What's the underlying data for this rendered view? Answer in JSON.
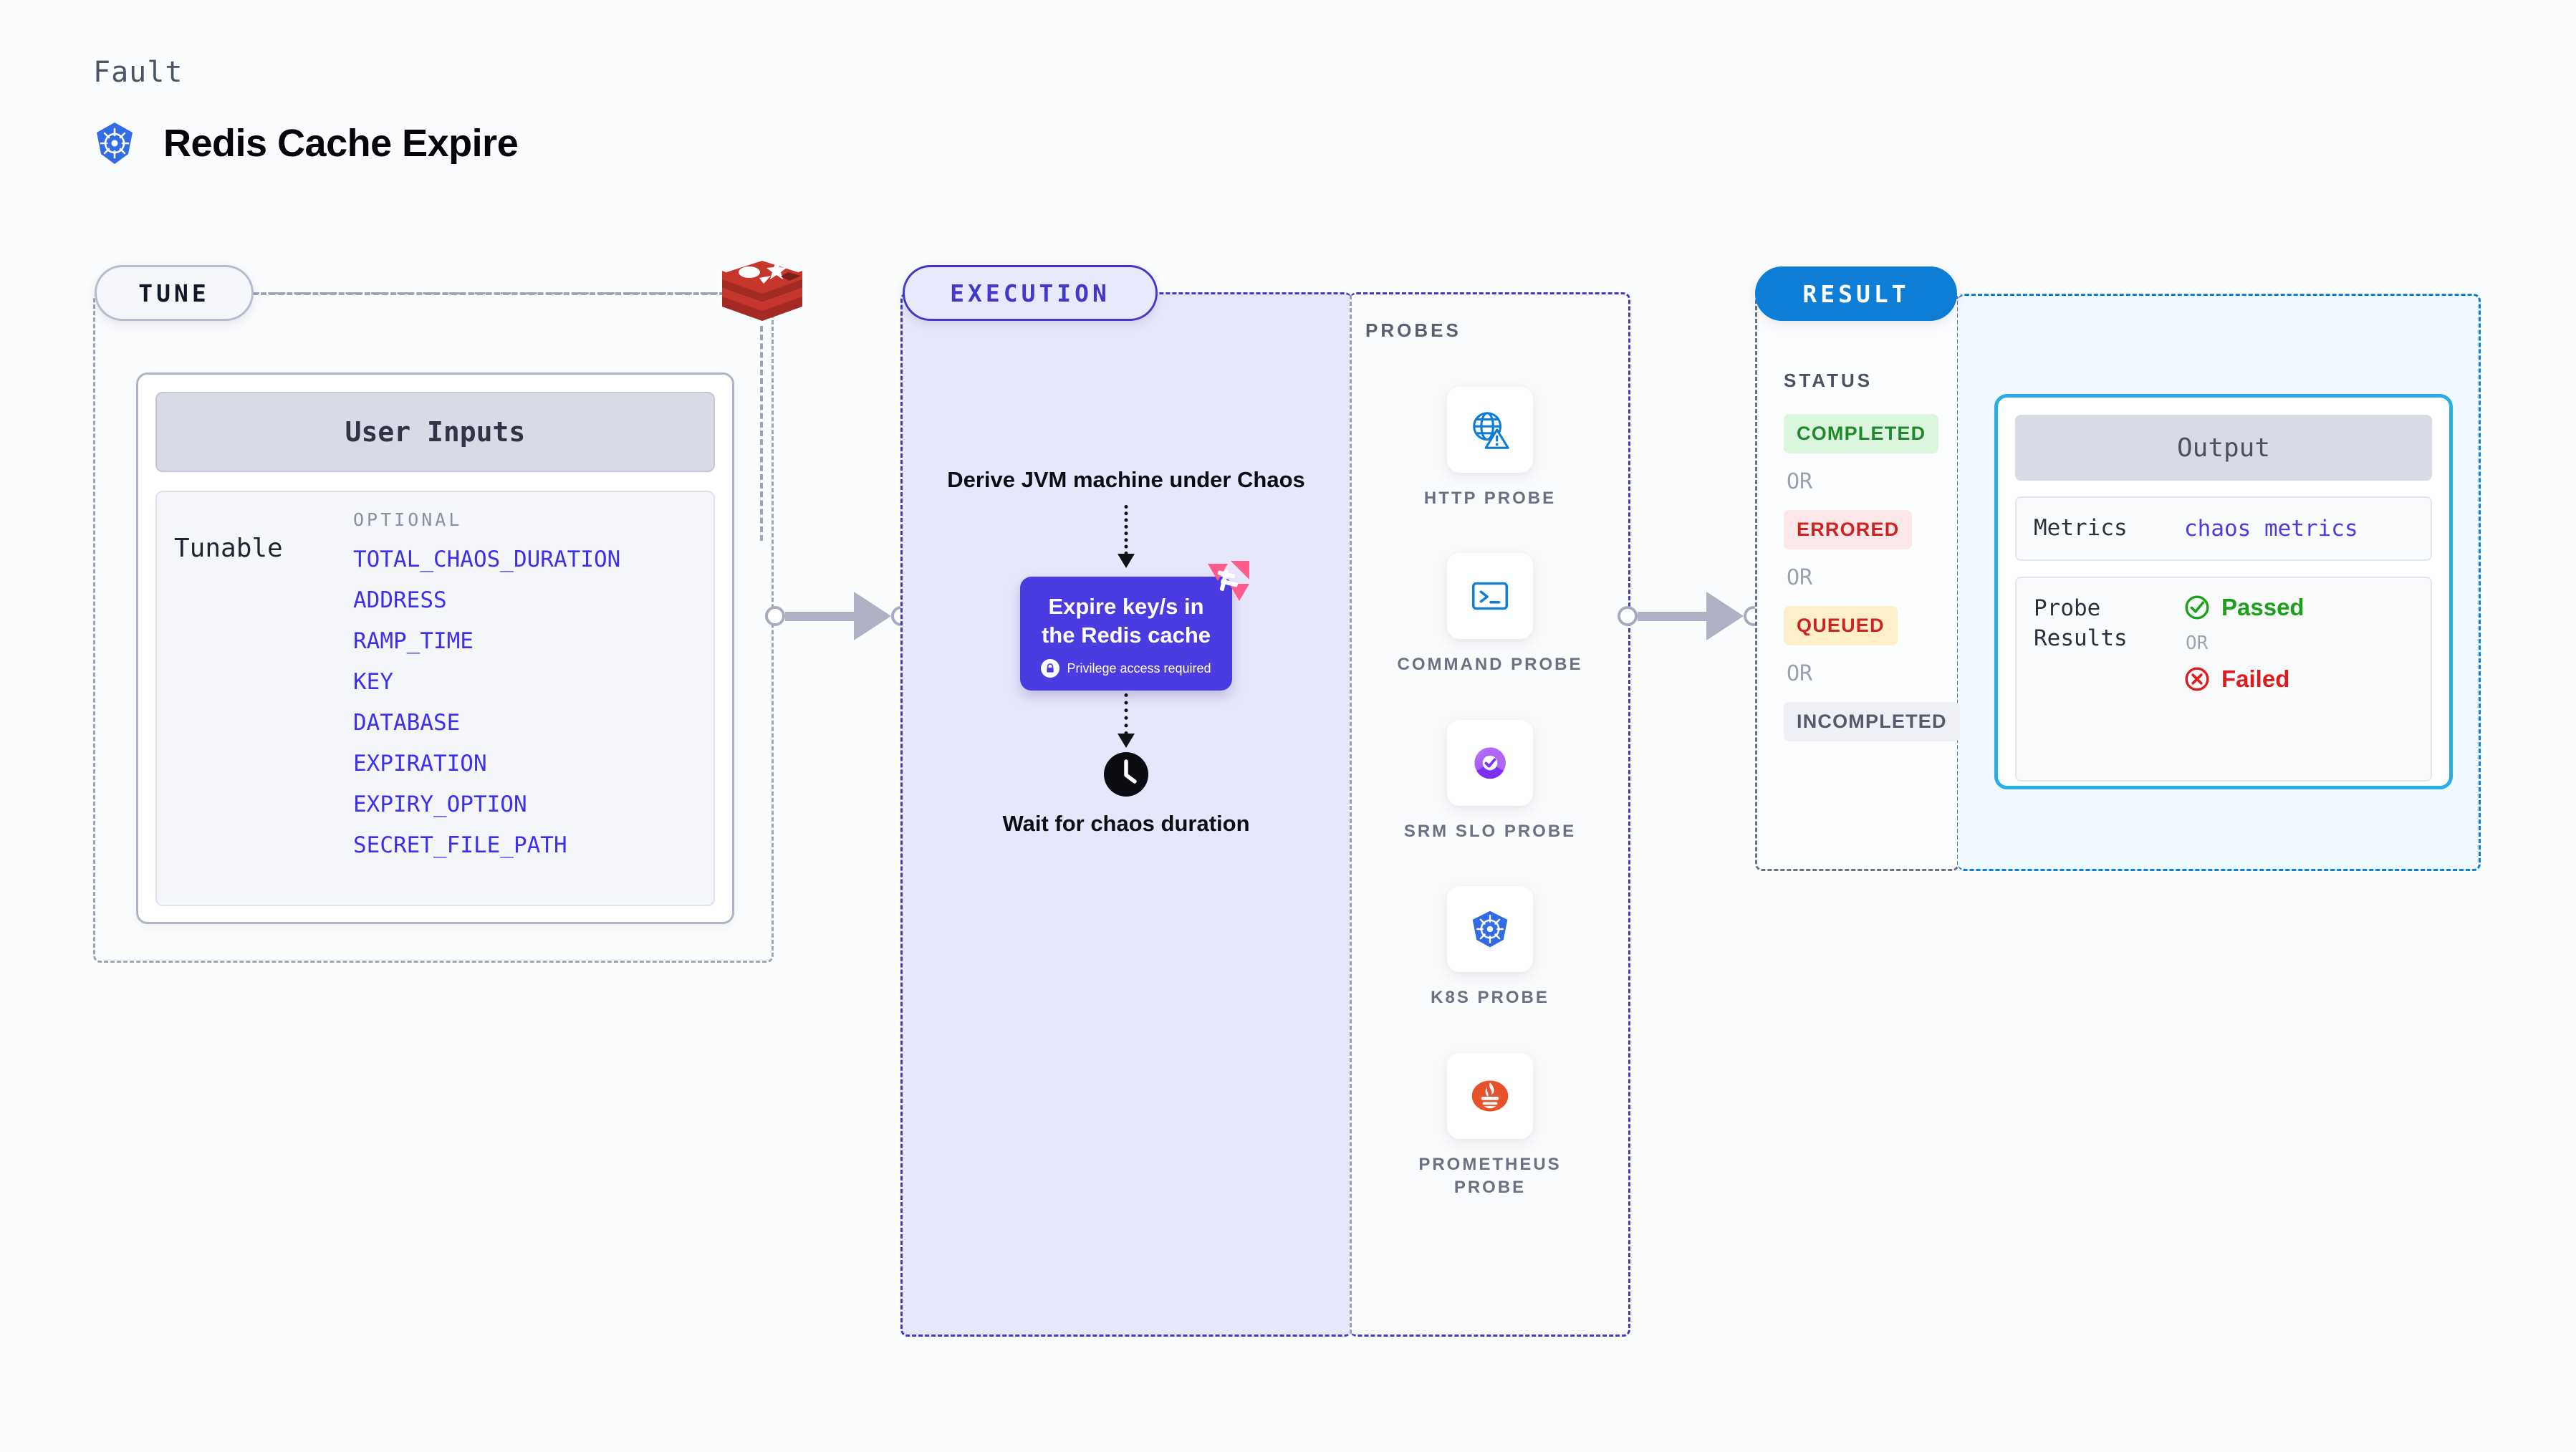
{
  "header": {
    "kicker": "Fault",
    "title": "Redis Cache Expire",
    "logo_icon": "kubernetes-icon"
  },
  "tune": {
    "badge": "TUNE",
    "vendor_icon": "redis-logo",
    "inputs_card": {
      "header": "User Inputs",
      "group_label": "Tunable",
      "optional_label": "OPTIONAL",
      "tunables": [
        "TOTAL_CHAOS_DURATION",
        "ADDRESS",
        "RAMP_TIME",
        "KEY",
        "DATABASE",
        "EXPIRATION",
        "EXPIRY_OPTION",
        "SECRET_FILE_PATH"
      ]
    }
  },
  "execution": {
    "badge": "EXECUTION",
    "steps": {
      "derive": "Derive JVM machine under Chaos",
      "action_title": "Expire key/s in the Redis cache",
      "action_note": "Privilege access required",
      "action_note_icon": "lock-icon",
      "action_corner_icon": "harness-icon",
      "wait_icon": "clock-icon",
      "wait": "Wait for chaos duration"
    }
  },
  "probes": {
    "title": "PROBES",
    "items": [
      {
        "label": "HTTP PROBE",
        "icon": "globe-warning-icon"
      },
      {
        "label": "COMMAND PROBE",
        "icon": "terminal-icon"
      },
      {
        "label": "SRM SLO PROBE",
        "icon": "srm-slo-icon"
      },
      {
        "label": "K8S PROBE",
        "icon": "kubernetes-icon"
      },
      {
        "label": "PROMETHEUS PROBE",
        "icon": "prometheus-icon"
      }
    ]
  },
  "result": {
    "badge": "RESULT",
    "status_title": "STATUS",
    "or_label": "OR",
    "statuses": [
      {
        "label": "COMPLETED",
        "tone": "green"
      },
      {
        "label": "ERRORED",
        "tone": "red"
      },
      {
        "label": "QUEUED",
        "tone": "amber"
      },
      {
        "label": "INCOMPLETED",
        "tone": "gray"
      }
    ],
    "output": {
      "header": "Output",
      "metrics_key": "Metrics",
      "metrics_value": "chaos metrics",
      "probe_results_key": "Probe Results",
      "passed_label": "Passed",
      "passed_icon": "check-circle-icon",
      "failed_label": "Failed",
      "failed_icon": "x-circle-icon",
      "or_label": "OR"
    }
  },
  "colors": {
    "tune_border": "#9ca3b5",
    "execution_accent": "#4338ca",
    "execution_fill": "#e7e7fb",
    "result_accent": "#0d7dd6",
    "result_fill": "#eff9fe",
    "output_border": "#29ade3",
    "action_card": "#4a3ce0",
    "tunable_text": "#3b30ed",
    "passed": "#1aa01a",
    "failed": "#e01b1b",
    "connector": "#aeb2c4"
  }
}
